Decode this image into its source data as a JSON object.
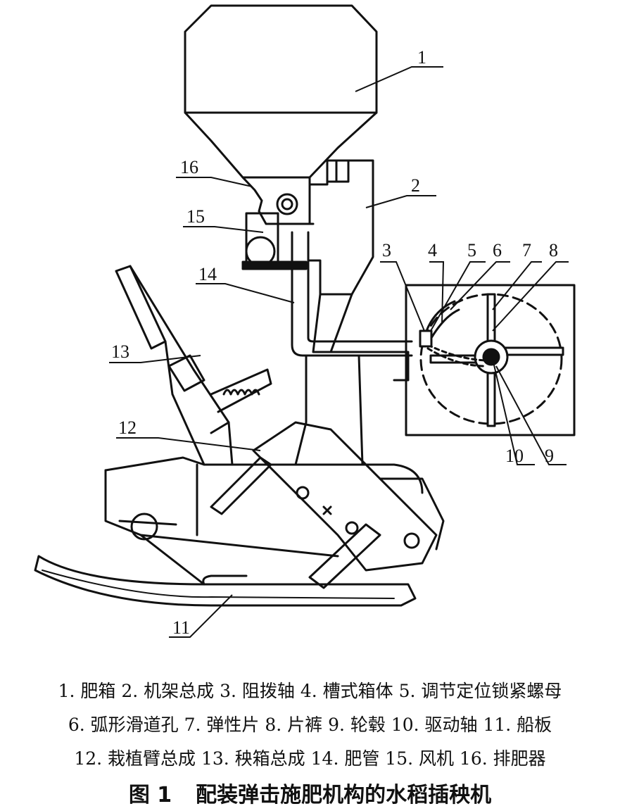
{
  "callouts": [
    {
      "id": "1",
      "text": "1"
    },
    {
      "id": "2",
      "text": "2"
    },
    {
      "id": "3",
      "text": "3"
    },
    {
      "id": "4",
      "text": "4"
    },
    {
      "id": "5",
      "text": "5"
    },
    {
      "id": "6",
      "text": "6"
    },
    {
      "id": "7",
      "text": "7"
    },
    {
      "id": "8",
      "text": "8"
    },
    {
      "id": "9",
      "text": "9"
    },
    {
      "id": "10",
      "text": "10"
    },
    {
      "id": "11",
      "text": "11"
    },
    {
      "id": "12",
      "text": "12"
    },
    {
      "id": "13",
      "text": "13"
    },
    {
      "id": "14",
      "text": "14"
    },
    {
      "id": "15",
      "text": "15"
    },
    {
      "id": "16",
      "text": "16"
    }
  ],
  "legend": {
    "line1": "1. 肥箱 2. 机架总成 3. 阻拨轴 4. 槽式箱体 5. 调节定位锁紧螺母",
    "line2": "6. 弧形滑道孔 7. 弹性片 8. 片裤 9. 轮毂 10. 驱动轴 11. 船板",
    "line3": "12. 栽植臂总成 13. 秧箱总成 14. 肥管 15. 风机 16. 排肥器"
  },
  "figure_title": {
    "number": "图 1",
    "text": "配装弹击施肥机构的水稻插秧机"
  }
}
